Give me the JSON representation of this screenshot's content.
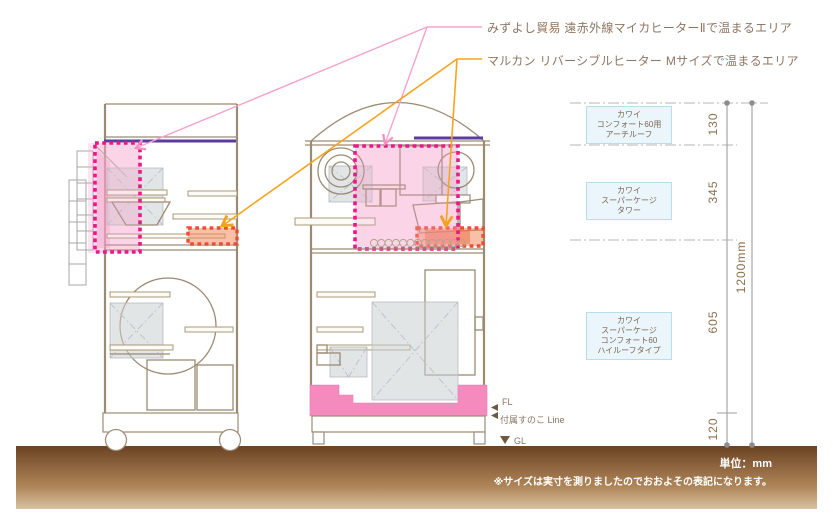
{
  "annotations": {
    "mica_area": "みずよし貿易 遠赤外線マイカヒーターⅡで温まるエリア",
    "reversible_area": "マルカン リバーシブルヒーター Mサイズで温まるエリア"
  },
  "product_labels": {
    "arch_roof": {
      "line1": "カワイ",
      "line2": "コンフォート60用",
      "line3": "アーチルーフ"
    },
    "tower": {
      "line1": "カワイ",
      "line2": "スーパーケージ",
      "line3": "タワー"
    },
    "comfort60": {
      "line1": "カワイ",
      "line2": "スーパーケージ",
      "line3": "コンフォート60",
      "line4": "ハイルーフタイプ"
    }
  },
  "dimensions": {
    "seg1": "130",
    "seg2": "345",
    "seg3": "605",
    "seg4": "120",
    "total": "1200mm"
  },
  "levels": {
    "fl": "FL",
    "sunoko": "付属すのこ Line",
    "gl": "GL"
  },
  "footer": {
    "unit": "単位：mm",
    "note": "※サイズは実寸を測りましたのでおおよその表記になります。"
  },
  "colors": {
    "leader_pink": "#f5a3cd",
    "leader_orange": "#f6a41f",
    "heater_area_dotted_pink": "#ea1889",
    "heater_dotted_orange": "#e84f35",
    "roof_purple": "#5b3b9c",
    "tray_pink": "#f48abe",
    "frame_tan": "#9c8b73",
    "ground_dark": "#6b4323",
    "ground_light": "#d9c3a3",
    "label_box_blue": "#eaf6fc",
    "dim_text_brown": "#8a6f4e"
  }
}
